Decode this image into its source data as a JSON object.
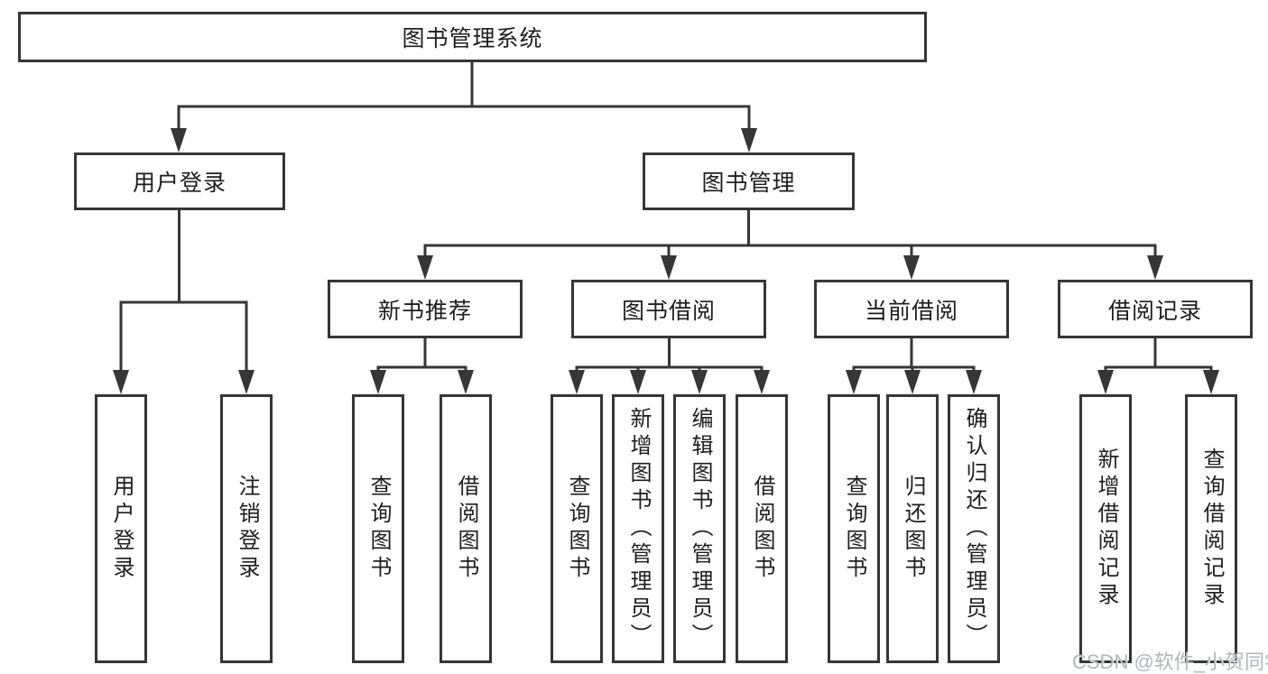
{
  "diagram": {
    "root": "图书管理系统",
    "level2": {
      "login": "用户登录",
      "management": "图书管理"
    },
    "level3": {
      "recommend": "新书推荐",
      "borrow": "图书借阅",
      "current": "当前借阅",
      "records": "借阅记录"
    },
    "leaves": {
      "login": [
        "用户登录",
        "注销登录"
      ],
      "recommend": [
        "查询图书",
        "借阅图书"
      ],
      "borrow": [
        "查询图书",
        "新增图书（管理员）",
        "编辑图书（管理员）",
        "借阅图书"
      ],
      "current": [
        "查询图书",
        "归还图书",
        "确认归还（管理员）"
      ],
      "records": [
        "新增借阅记录",
        "查询借阅记录"
      ]
    }
  },
  "watermark": "CSDN @软件_小贺同学",
  "colors": {
    "line": "#363636",
    "text": "#1e1e1e",
    "background": "#ffffff",
    "watermark": "#b2b6bc"
  }
}
